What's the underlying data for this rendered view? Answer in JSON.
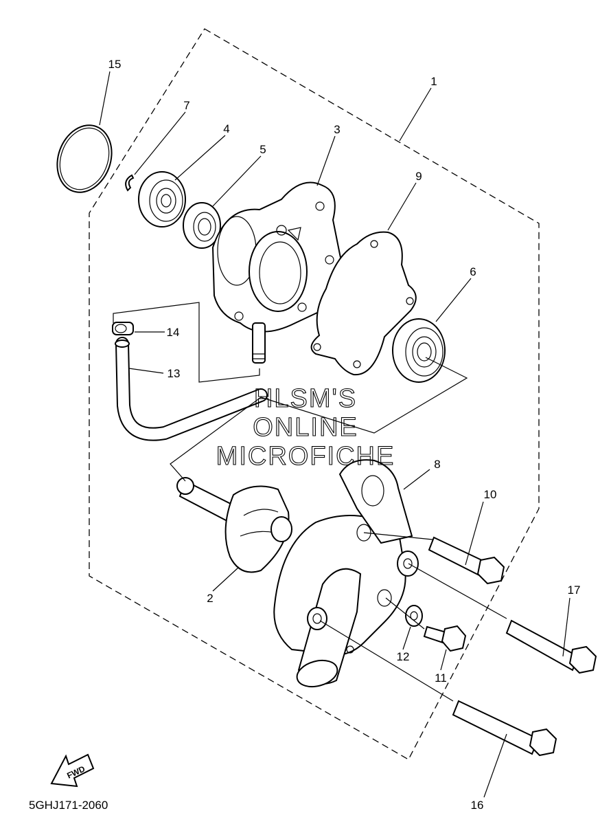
{
  "watermark": {
    "line1": "HLSM'S",
    "line2": "ONLINE",
    "line3": "MICROFICHE"
  },
  "diagram_code": "5GHJ171-2060",
  "fwd_label": "FWD",
  "callouts": [
    "1",
    "2",
    "3",
    "4",
    "5",
    "6",
    "7",
    "8",
    "9",
    "10",
    "11",
    "12",
    "13",
    "14",
    "15",
    "16",
    "17"
  ]
}
